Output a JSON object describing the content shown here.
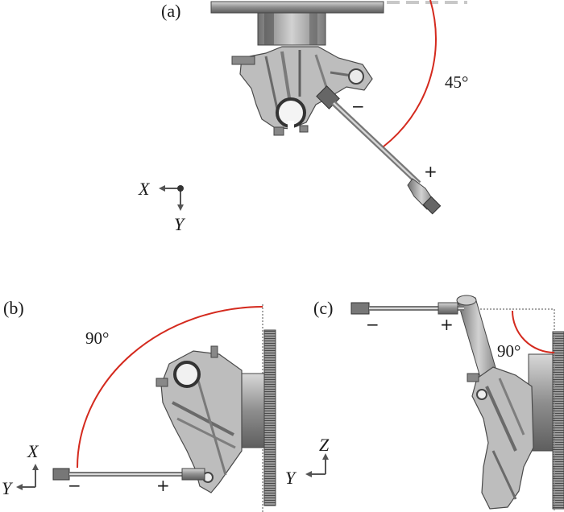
{
  "panels": {
    "a": {
      "label": "(a)",
      "angle": "45°",
      "minus": "−",
      "plus": "+",
      "axis_h": "X",
      "axis_v": "Y"
    },
    "b": {
      "label": "(b)",
      "angle": "90°",
      "minus": "−",
      "plus": "+",
      "axis_h": "Y",
      "axis_v": "X"
    },
    "c": {
      "label": "(c)",
      "angle": "90°",
      "minus": "−",
      "plus": "+",
      "axis_h": "Y",
      "axis_v": "Z"
    }
  },
  "colors": {
    "arc": "#d42a1e",
    "metal_dark": "#555555",
    "metal_mid": "#8a8a8a",
    "metal_light": "#c4c4c4",
    "axis": "#555555"
  }
}
